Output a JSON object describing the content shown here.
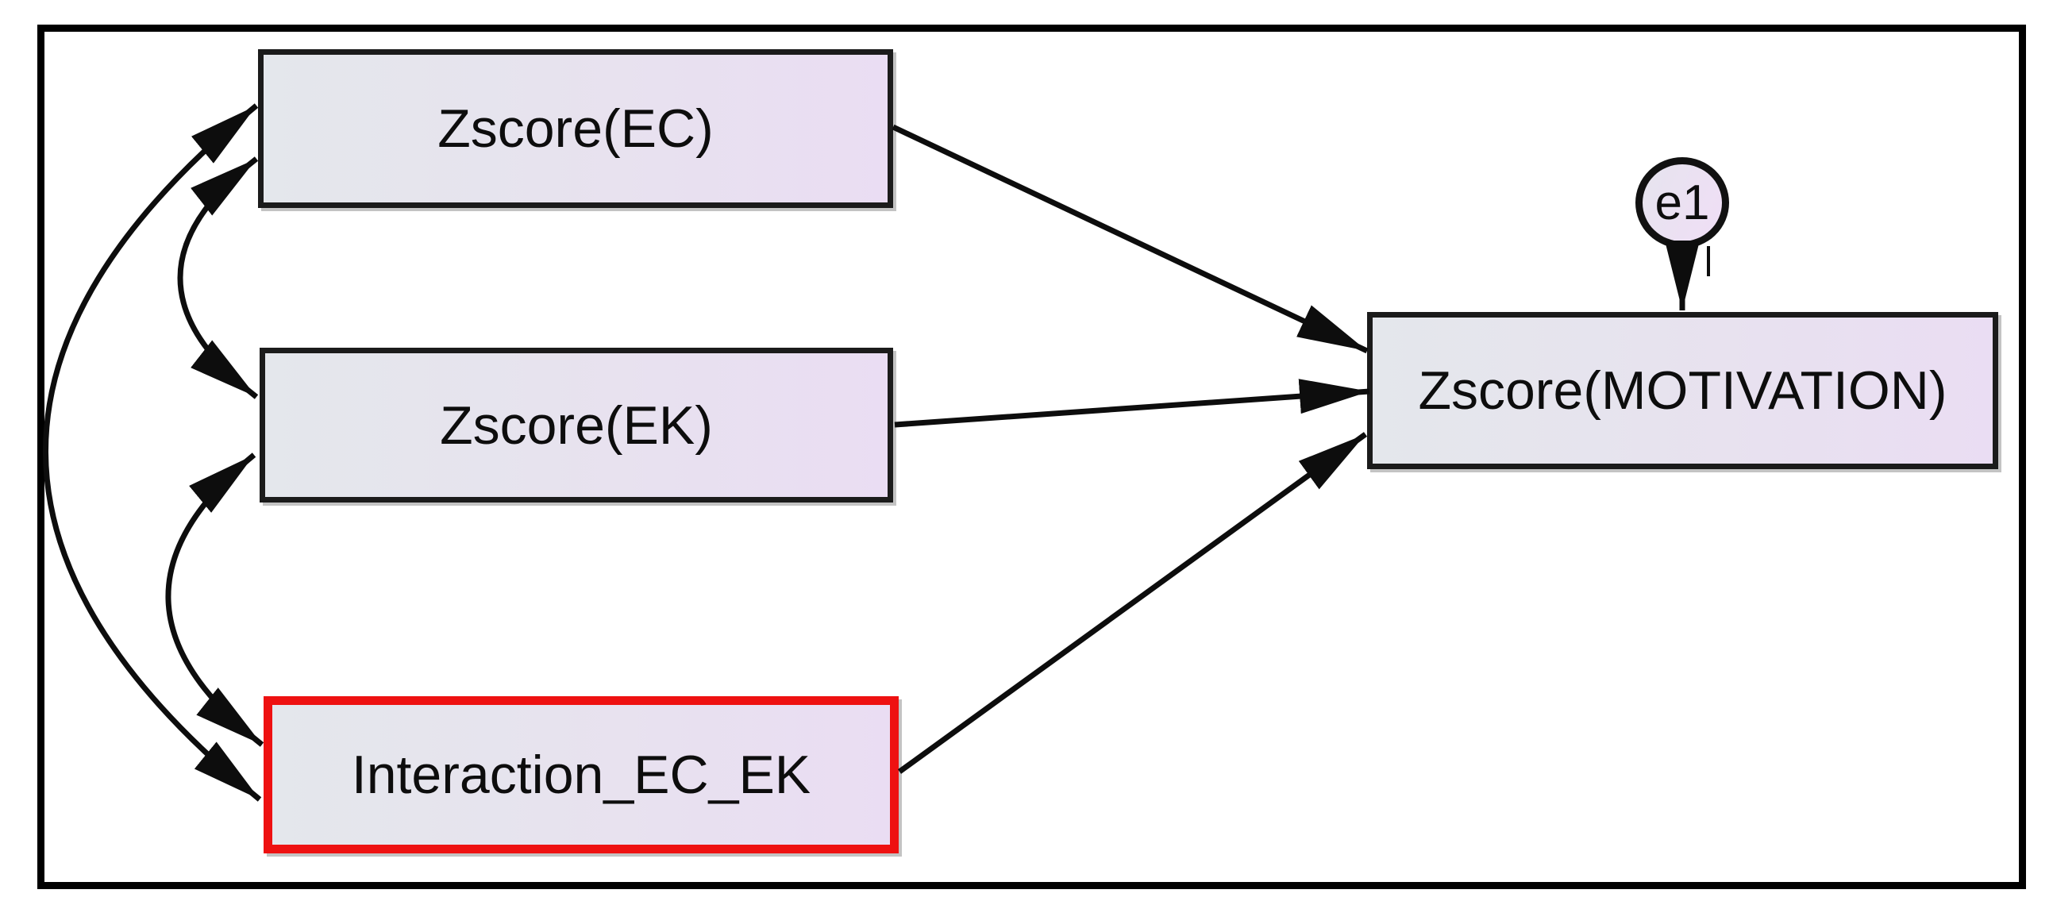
{
  "nodes": {
    "ec": {
      "label": "Zscore(EC)",
      "role": "observed-exogenous",
      "border_color": "#1b1b1b"
    },
    "ek": {
      "label": "Zscore(EK)",
      "role": "observed-exogenous",
      "border_color": "#1b1b1b"
    },
    "interaction": {
      "label": "Interaction_EC_EK",
      "role": "observed-exogenous",
      "border_color": "#ee1111"
    },
    "motivation": {
      "label": "Zscore(MOTIVATION)",
      "role": "observed-endogenous",
      "border_color": "#1b1b1b"
    },
    "e1": {
      "label": "e1",
      "role": "error-term",
      "border_color": "#111111"
    }
  },
  "edges": [
    {
      "type": "regression",
      "from": "Zscore(EC)",
      "to": "Zscore(MOTIVATION)"
    },
    {
      "type": "regression",
      "from": "Zscore(EK)",
      "to": "Zscore(MOTIVATION)"
    },
    {
      "type": "regression",
      "from": "Interaction_EC_EK",
      "to": "Zscore(MOTIVATION)"
    },
    {
      "type": "error-path",
      "from": "e1",
      "to": "Zscore(MOTIVATION)"
    },
    {
      "type": "covariance",
      "between": [
        "Zscore(EC)",
        "Zscore(EK)"
      ]
    },
    {
      "type": "covariance",
      "between": [
        "Zscore(EC)",
        "Interaction_EC_EK"
      ]
    },
    {
      "type": "covariance",
      "between": [
        "Zscore(EK)",
        "Interaction_EC_EK"
      ]
    }
  ],
  "colors": {
    "node_fill_left": "#e4e7ec",
    "node_fill_right": "#eaddf3",
    "node_border": "#1b1b1b",
    "highlight_border": "#ee1111",
    "line": "#0d0d0d",
    "frame_border": "#000000",
    "background": "#ffffff"
  }
}
